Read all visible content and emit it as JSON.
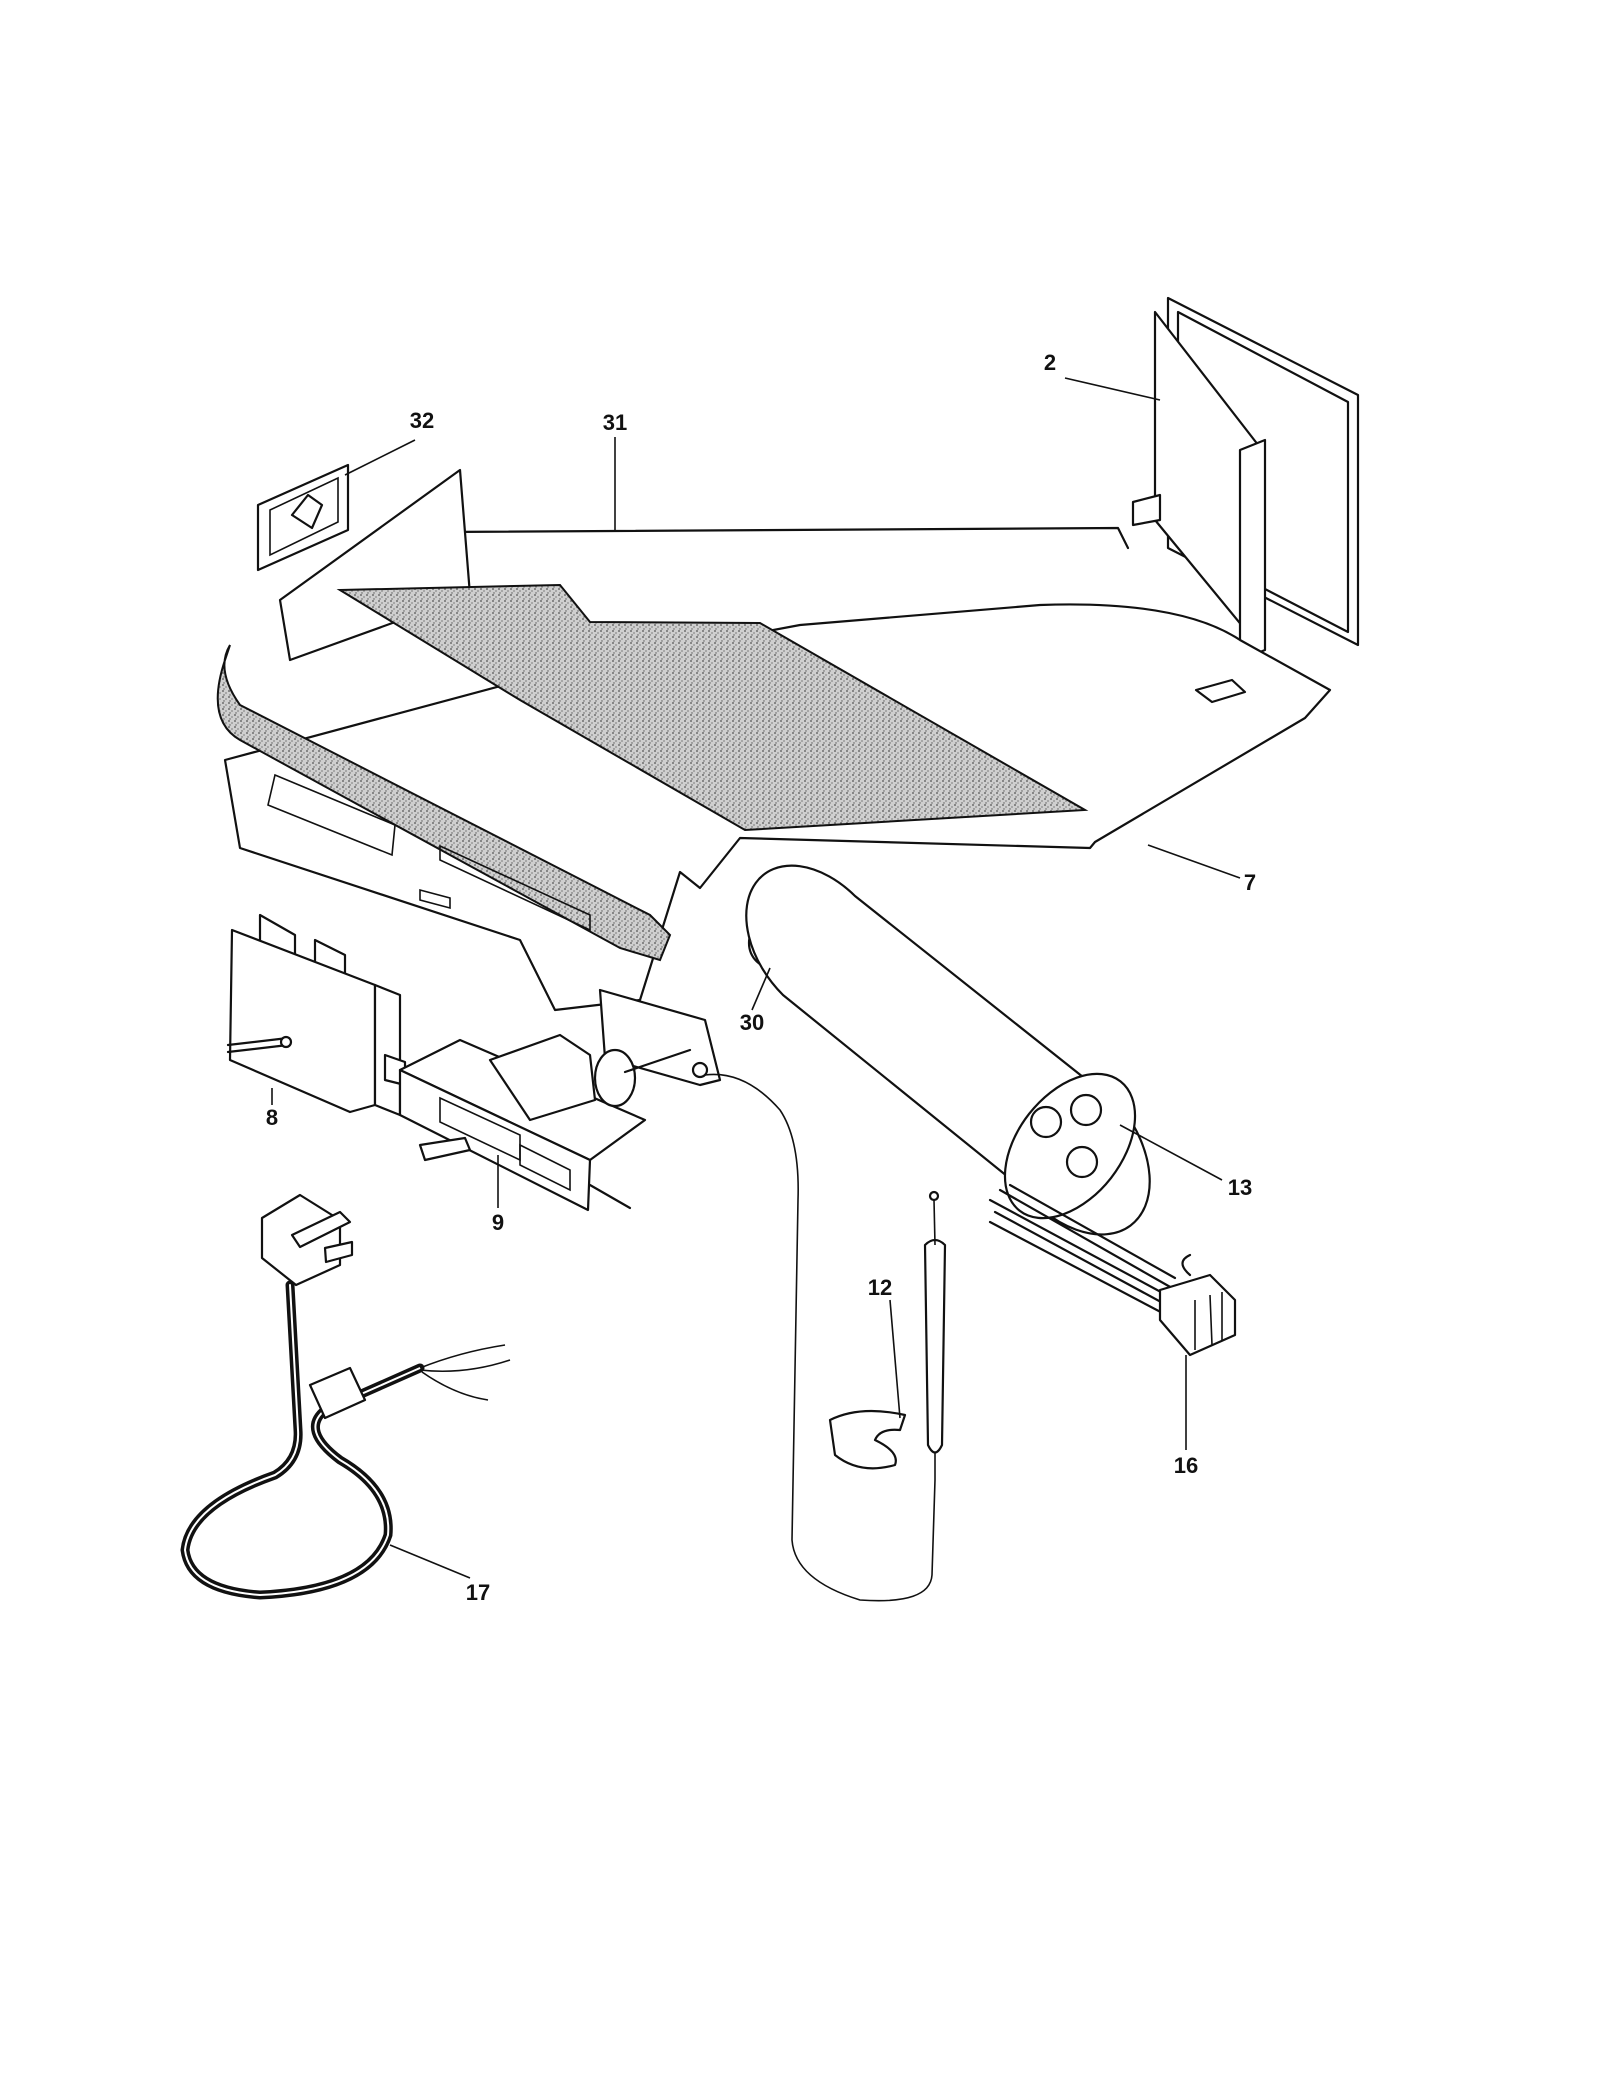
{
  "callouts": {
    "c2": "2",
    "c7": "7",
    "c8": "8",
    "c9": "9",
    "c12": "12",
    "c13": "13",
    "c16": "16",
    "c17": "17",
    "c30": "30",
    "c31": "31",
    "c32": "32"
  },
  "colors": {
    "line": "#111111",
    "stipple": "#9a9a9a",
    "background": "#ffffff"
  }
}
